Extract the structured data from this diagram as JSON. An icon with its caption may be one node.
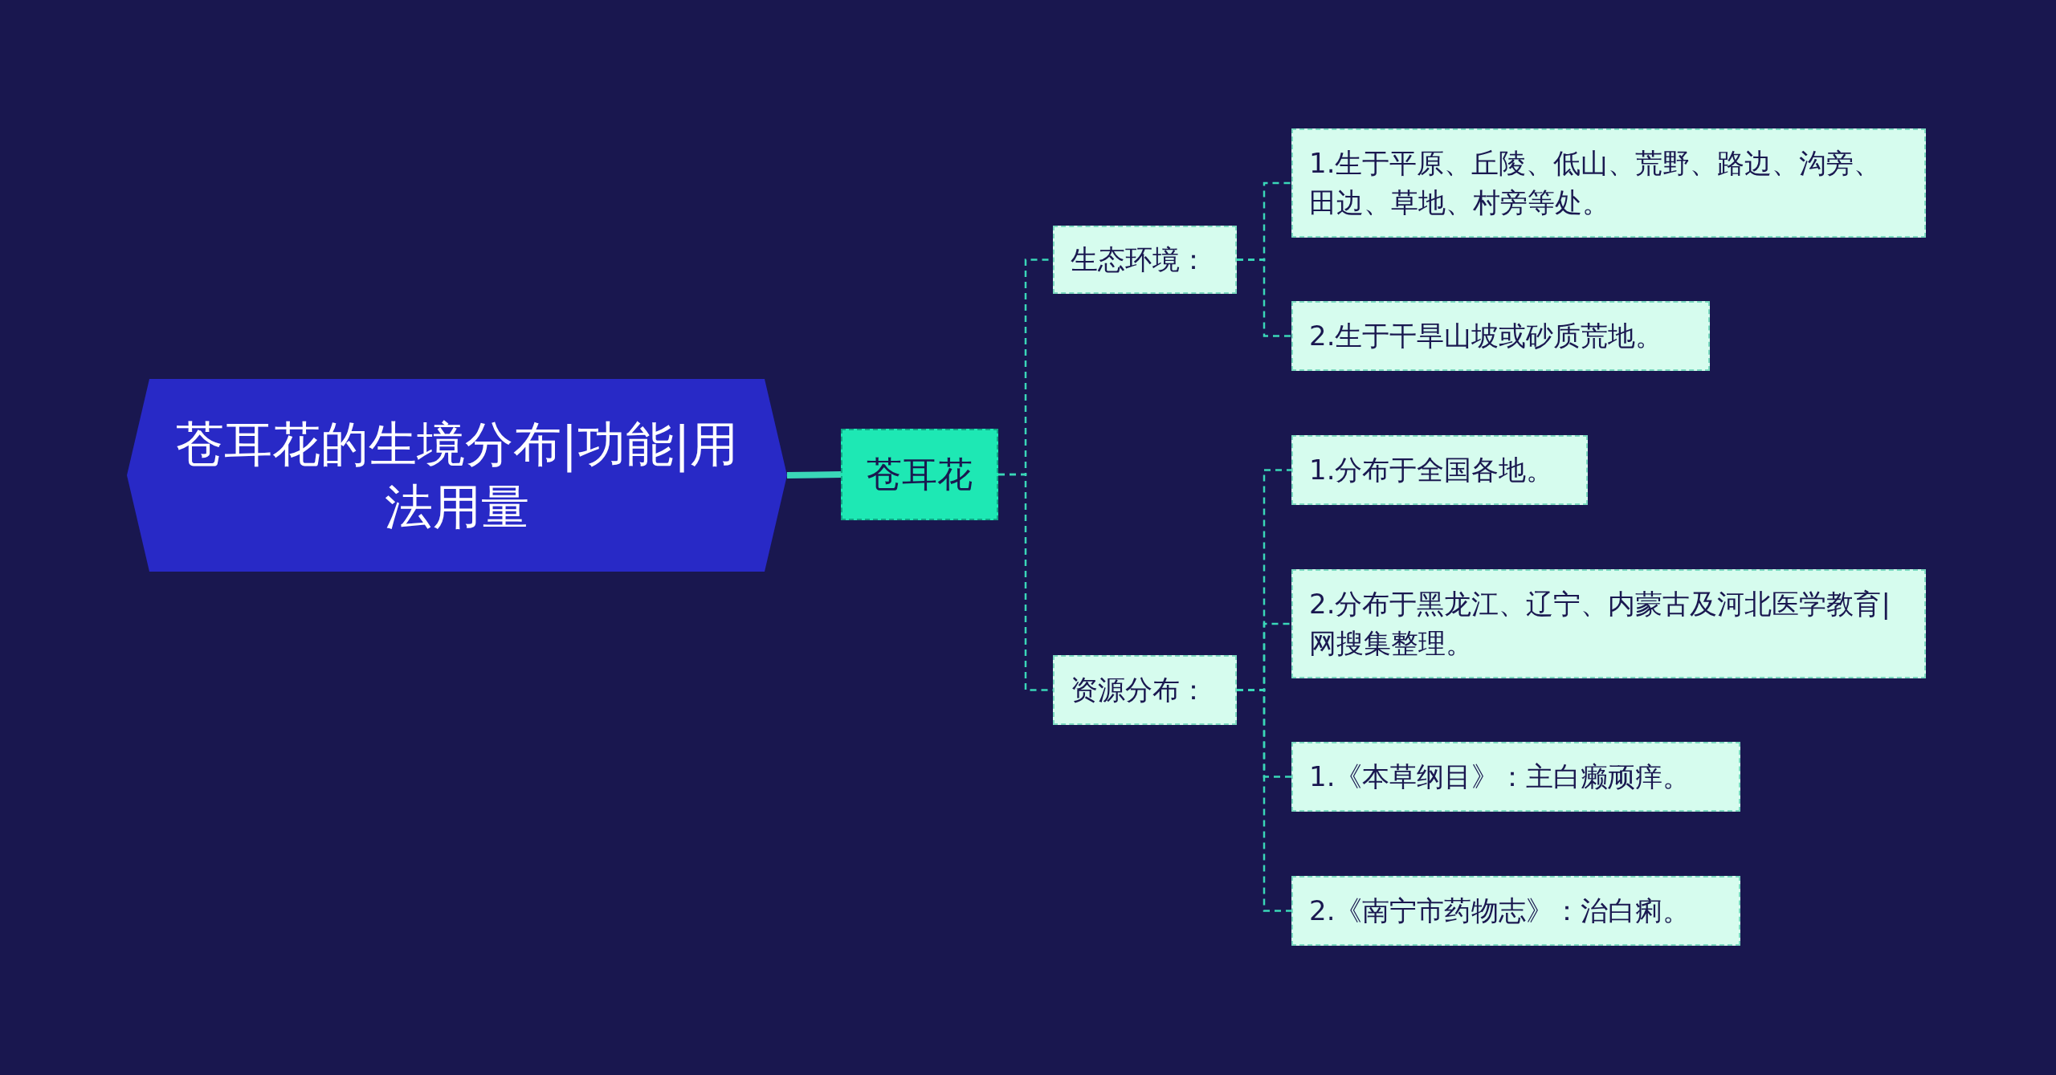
{
  "diagram": {
    "nodes": [
      {
        "text": [
          "苍耳花的生境分布|功能|用法用量"
        ]
      },
      {
        "text": [
          "苍耳花"
        ]
      },
      {
        "text": [
          "生态环境："
        ]
      },
      {
        "text": [
          "1.生于平原、丘陵、低山、荒野、路边、沟旁、田边、草地、村旁等处。"
        ]
      },
      {
        "text": [
          "2.生于干旱山坡或砂质荒地。"
        ]
      },
      {
        "text": [
          "资源分布："
        ]
      },
      {
        "text": [
          "1.分布于全国各地。"
        ]
      },
      {
        "text": [
          "2.分布于黑龙江、辽宁、内蒙古及河北医学教育|网搜集整理。"
        ]
      },
      {
        "text": [
          "1.《本草纲目》：主白癞顽痒。"
        ]
      },
      {
        "text": [
          "2.《南宁市药物志》：治白痢。"
        ]
      }
    ],
    "edges": [
      {
        "from": 0,
        "to": 1,
        "arrow": "none",
        "style": "thick"
      },
      {
        "from": 1,
        "to": 2,
        "arrow": "none",
        "style": "dashed"
      },
      {
        "from": 1,
        "to": 5,
        "arrow": "none",
        "style": "dashed"
      },
      {
        "from": 2,
        "to": 3,
        "arrow": "none",
        "style": "dashed"
      },
      {
        "from": 2,
        "to": 4,
        "arrow": "none",
        "style": "dashed"
      },
      {
        "from": 5,
        "to": 6,
        "arrow": "none",
        "style": "dashed"
      },
      {
        "from": 5,
        "to": 7,
        "arrow": "none",
        "style": "dashed"
      },
      {
        "from": 5,
        "to": 8,
        "arrow": "none",
        "style": "dashed"
      },
      {
        "from": 5,
        "to": 9,
        "arrow": "none",
        "style": "dashed"
      }
    ]
  }
}
